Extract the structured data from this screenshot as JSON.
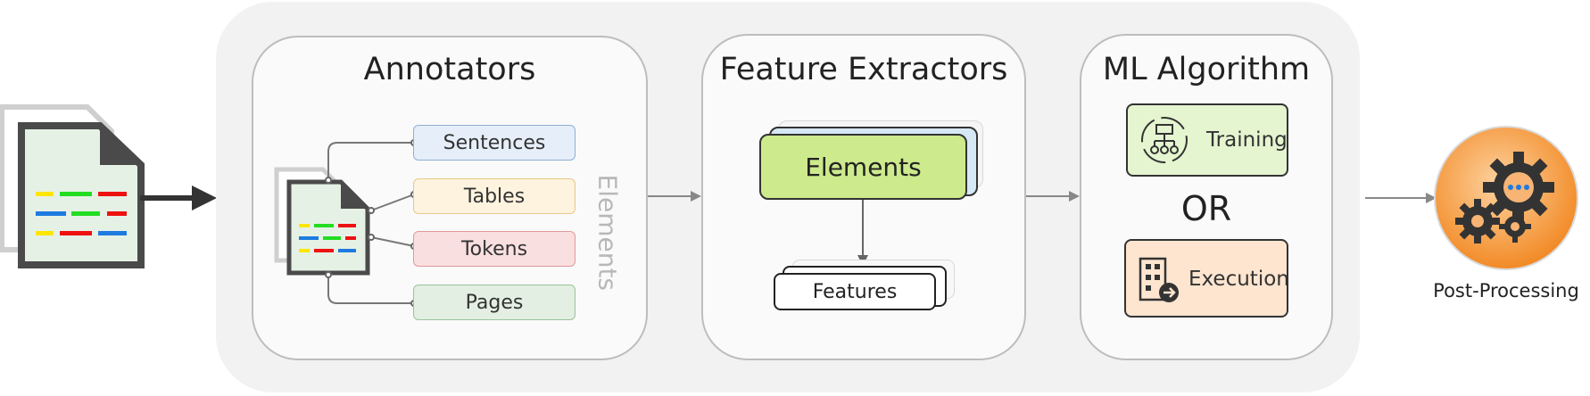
{
  "stages": {
    "annotators": {
      "title": "Annotators",
      "items": [
        "Sentences",
        "Tables",
        "Tokens",
        "Pages"
      ],
      "side_label": "Elements"
    },
    "feature_extractors": {
      "title": "Feature Extractors",
      "input_label": "Elements",
      "output_label": "Features"
    },
    "ml_algorithm": {
      "title": "ML Algorithm",
      "training_label": "Training",
      "or_label": "OR",
      "execution_label": "Execution"
    }
  },
  "post_processing": {
    "label": "Post-Processing"
  },
  "colors": {
    "sentences": "#e6eef9",
    "tables": "#fdf3df",
    "tokens": "#fadfe0",
    "pages": "#e3efe2",
    "elements": "#cdea8c",
    "training": "#e4f5d0",
    "execution": "#fde5cf",
    "accent_orange": "#f59a3b"
  }
}
